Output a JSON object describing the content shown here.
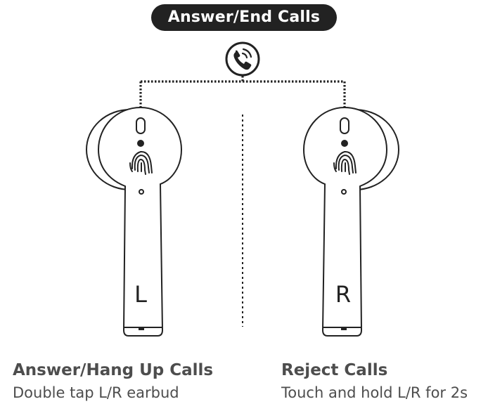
{
  "title": "Answer/End Calls",
  "icon": "phone-icon",
  "earbuds": [
    {
      "side_label": "L"
    },
    {
      "side_label": "R"
    }
  ],
  "captions": {
    "left": {
      "heading": "Answer/Hang Up Calls",
      "text": "Double tap L/R earbud"
    },
    "right": {
      "heading": "Reject Calls",
      "text": "Touch and hold L/R for 2s"
    }
  },
  "colors": {
    "ink": "#222222",
    "caption": "#4d4d4d",
    "background": "#ffffff"
  }
}
